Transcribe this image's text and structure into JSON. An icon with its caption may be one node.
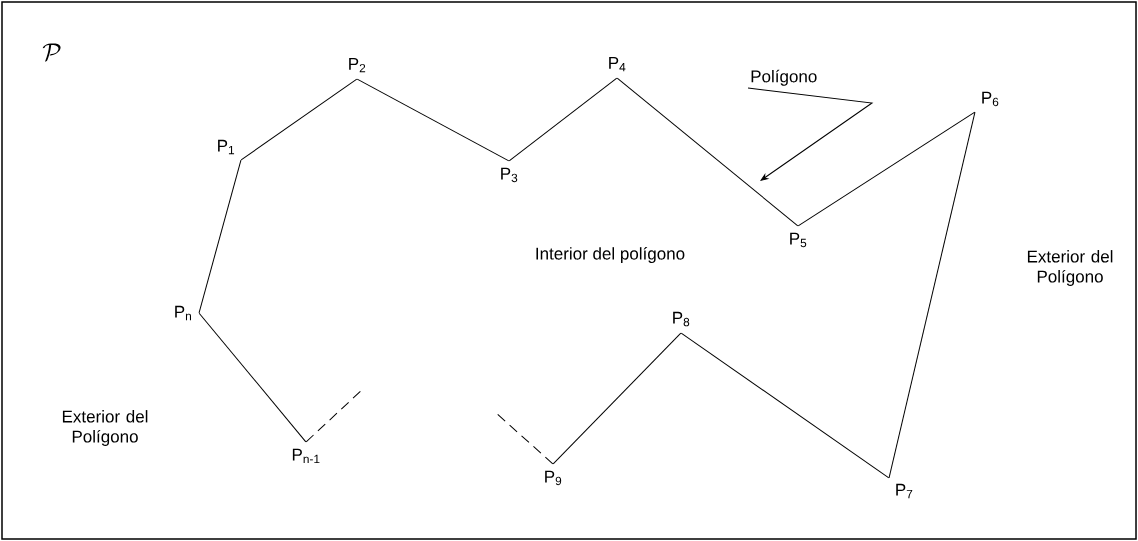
{
  "diagram": {
    "nodes": [
      {
        "text": [
          "P$_{1}$"
        ]
      },
      {
        "text": [
          "P$_{2}$"
        ]
      },
      {
        "text": [
          "P$_{3}$"
        ]
      },
      {
        "text": [
          "P$_{4}$"
        ]
      },
      {
        "text": [
          "P$_{5}$"
        ]
      },
      {
        "text": [
          "P$_{6}$"
        ]
      },
      {
        "text": [
          "P$_{7}$"
        ]
      },
      {
        "text": [
          "P$_{8}$"
        ]
      },
      {
        "text": [
          "P$_{9}$"
        ]
      },
      {
        "text": [
          "P$_{n}$"
        ]
      },
      {
        "text": [
          "P$_{n-1}$"
        ]
      },
      {
        "text": [
          "Polígono"
        ]
      }
    ],
    "edges": [
      {
        "from": 9,
        "to": 0,
        "arrow": "none"
      },
      {
        "from": 0,
        "to": 1,
        "arrow": "none"
      },
      {
        "from": 1,
        "to": 2,
        "arrow": "none"
      },
      {
        "from": 2,
        "to": 3,
        "arrow": "none"
      },
      {
        "from": 3,
        "to": 4,
        "arrow": "none"
      },
      {
        "from": 4,
        "to": 5,
        "arrow": "none"
      },
      {
        "from": 5,
        "to": 6,
        "arrow": "none"
      },
      {
        "from": 6,
        "to": 7,
        "arrow": "none"
      },
      {
        "from": 7,
        "to": 8,
        "arrow": "none"
      },
      {
        "from": 9,
        "to": 10,
        "arrow": "none"
      },
      {
        "from": 10,
        "to": null,
        "arrow": "none",
        "style": "dashed"
      },
      {
        "from": 8,
        "to": null,
        "arrow": "none",
        "style": "dashed"
      },
      {
        "from": 11,
        "to": null,
        "arrow": "to"
      }
    ],
    "labels": [
      "\\mathcal{P}",
      "Interior del polígono",
      "Exterior del Polígono",
      "Exterior del Polígono"
    ]
  }
}
